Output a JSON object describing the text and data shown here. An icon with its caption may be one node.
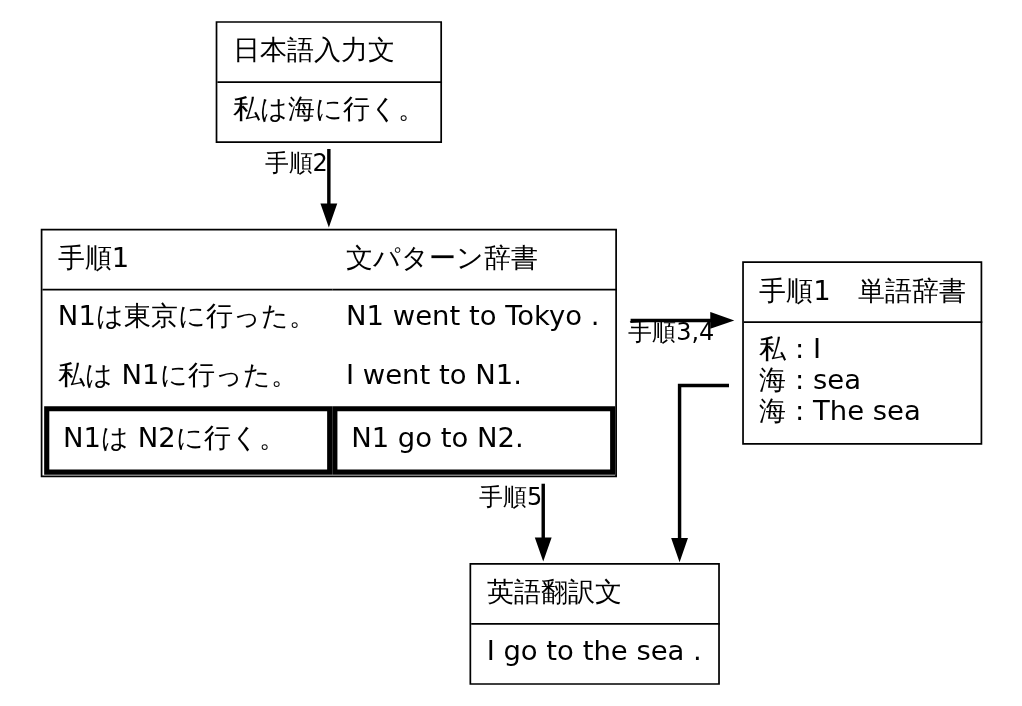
{
  "diagram": {
    "nodes": [
      {
        "text": [
          "日本語入力文",
          "私は海に行く。"
        ]
      },
      {
        "text": [
          "手順1　単語辞書",
          "私 : I",
          "海 : sea",
          "海 : The sea"
        ]
      },
      {
        "text": [
          "手順1",
          "文パターン辞書",
          "N1は東京に行った。",
          "N1 went to Tokyo .",
          "私は N1に行った。",
          "I went to N1.",
          "N1は N2に行く。",
          "N1 go to N2."
        ]
      },
      {
        "text": [
          "英語翻訳文",
          "I go to the sea ."
        ]
      }
    ],
    "edges": [
      {
        "from": 0,
        "to": 2,
        "arrow": "to",
        "label": "手順2"
      },
      {
        "from": 2,
        "to": 1,
        "arrow": "to",
        "label": "手順3,4"
      },
      {
        "from": 1,
        "to": 3,
        "arrow": "to"
      },
      {
        "from": 2,
        "to": 3,
        "arrow": "to",
        "label": "手順5"
      }
    ]
  }
}
